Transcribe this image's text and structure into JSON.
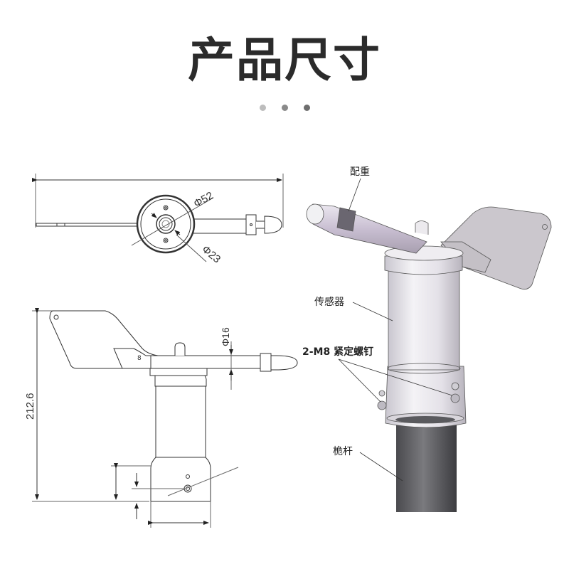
{
  "header": {
    "title": "产品尺寸",
    "indicator_dots": [
      {
        "color": "#bdbdbd"
      },
      {
        "color": "#8a8a8a"
      },
      {
        "color": "#6e6e6e"
      }
    ]
  },
  "top_view": {
    "dimensions": {
      "outer_diameter": "Φ52",
      "inner_diameter": "Φ23"
    }
  },
  "side_view": {
    "dimensions": {
      "total_height": "212.6",
      "arm_diameter": "Φ16"
    }
  },
  "render_view": {
    "callouts": {
      "counterweight": "配重",
      "sensor": "传感器",
      "set_screws": "2-M8 紧定螺钉",
      "pole": "桅杆"
    },
    "colors": {
      "body": "#e8e6ec",
      "vane": "#c9c5cc",
      "pole": "#5f5f63",
      "arm": "#c8bfd0"
    }
  }
}
